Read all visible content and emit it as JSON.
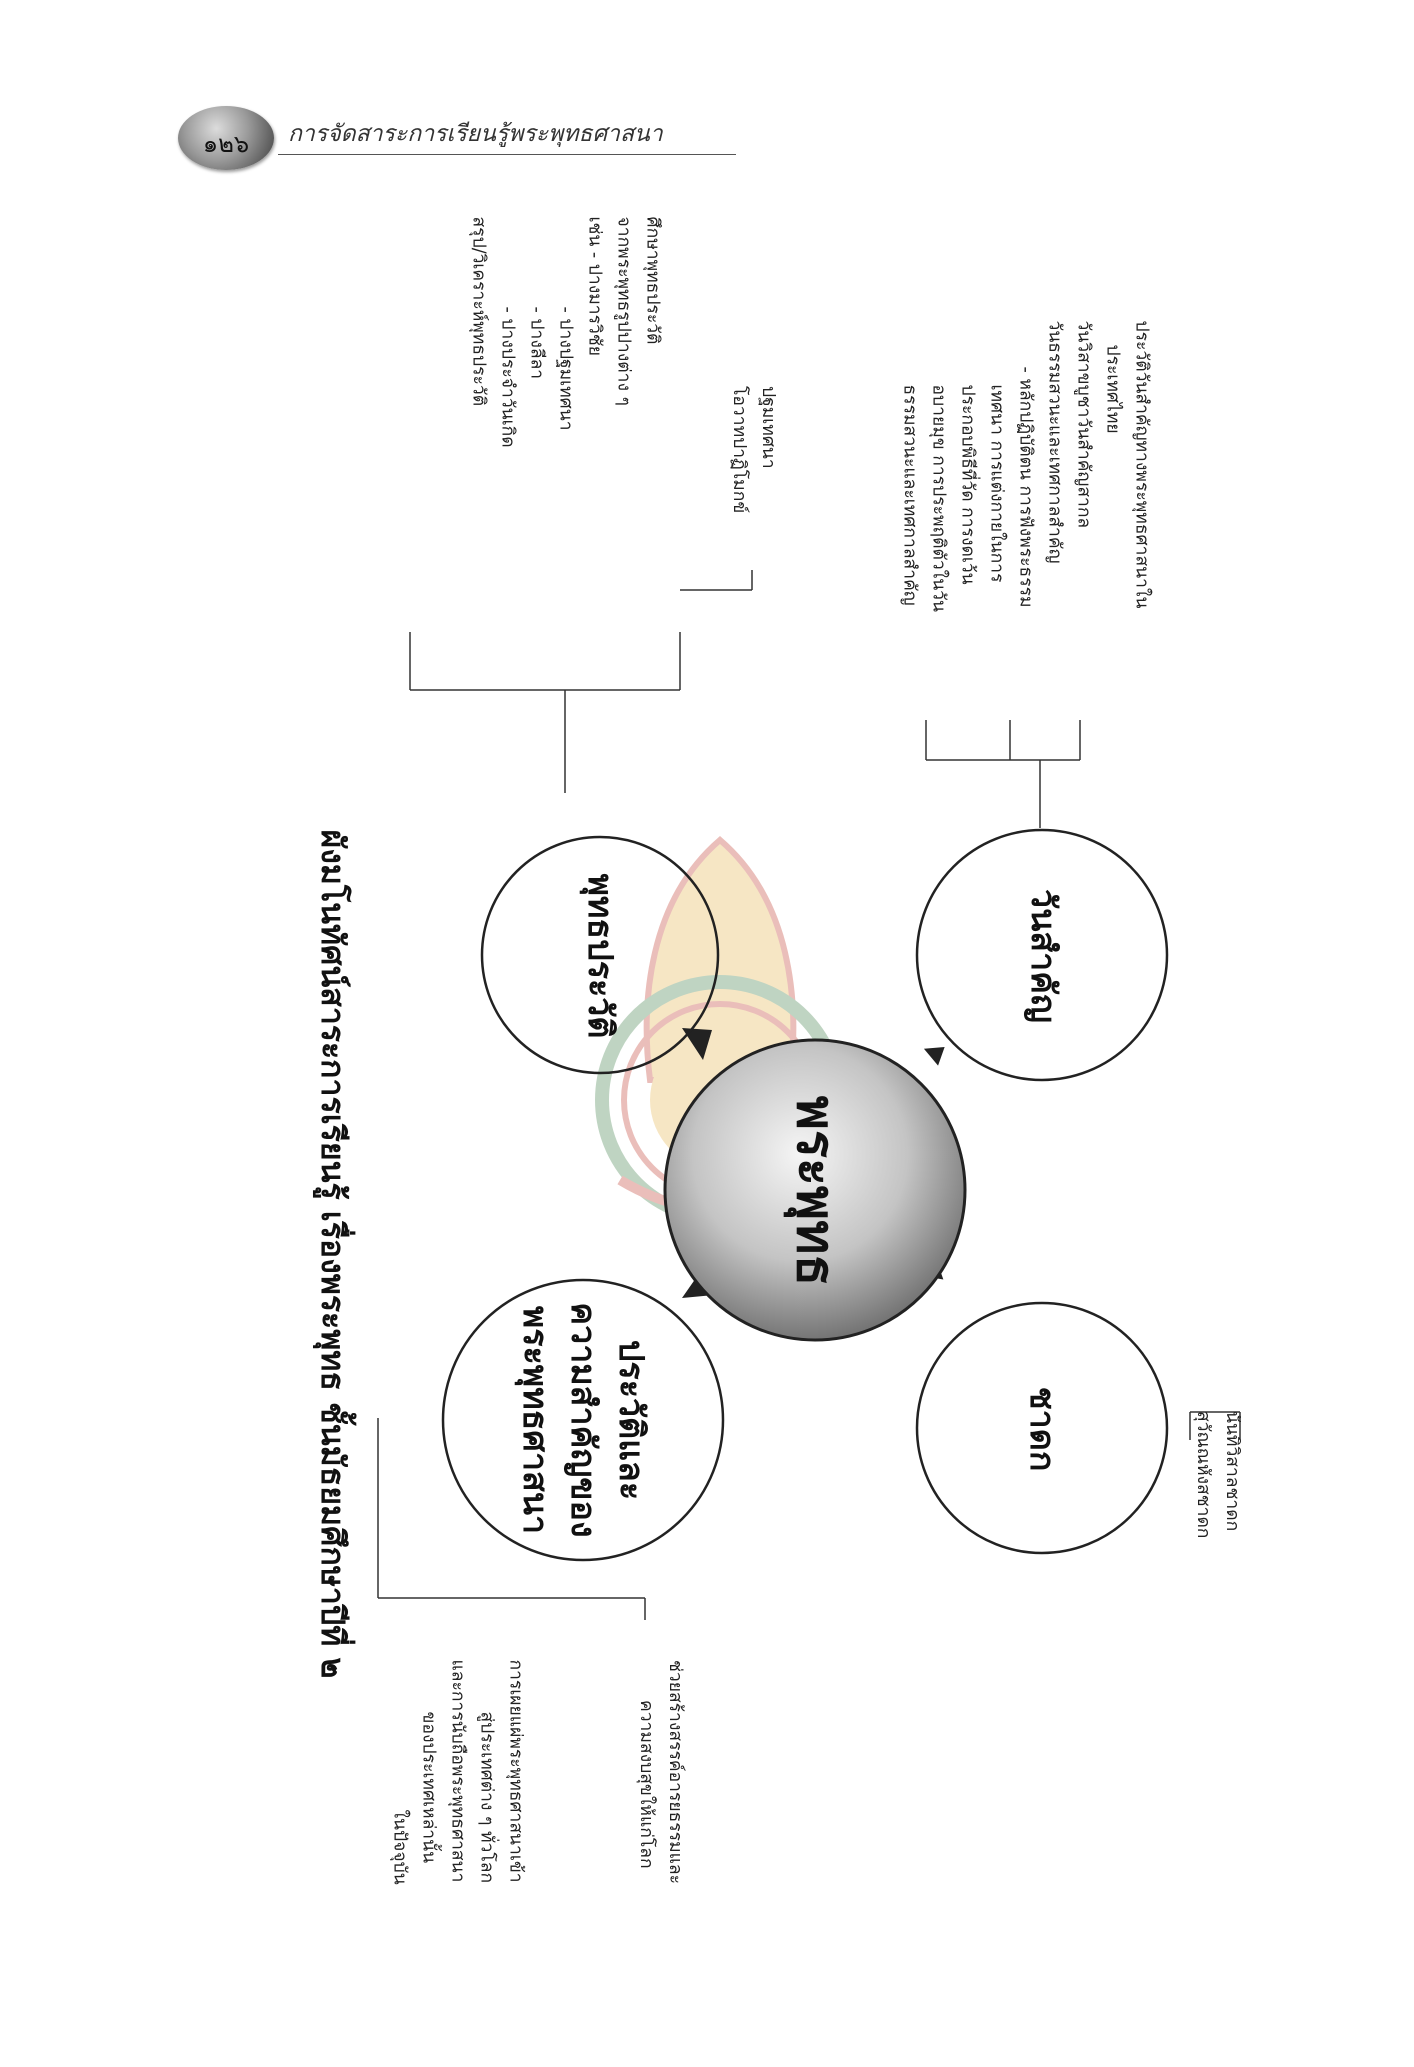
{
  "header": {
    "page_number": "๑๒๖",
    "running_title": "การจัดสาระการเรียนรู้พระพุทธศาสนา"
  },
  "title": "ผังมโนทัศน์สาระการเรียนรู้ เรื่องพระพุทธ ชั้นมัธยมศึกษาปีที่ ๒",
  "center": {
    "label": "พระพุทธ"
  },
  "nodes": {
    "history": {
      "label": "พุทธประวัติ",
      "items": [
        "ศึกษาพุทธประวัติ",
        "จากพระพุทธรูปปางต่าง ๆ",
        "เช่น - ปางมารวิชัย",
        "- ปางปฐมเทศนา",
        "- ปางลีลา",
        "- ปางประจำวันเกิด",
        "สรุป/วิเคราะห์พุทธประวัติ"
      ],
      "subitems": [
        "ปฐมเทศนา",
        "โอวาทปาฏิโมกข์"
      ]
    },
    "importance": {
      "label_line1": "ประวัติและ",
      "label_line2": "ความสำคัญของ",
      "label_line3": "พระพุทธศาสนา",
      "item1": [
        "การเผยแผ่พระพุทธศาสนาเข้า",
        "สู่ประเทศต่าง ๆ ทั่วโลก",
        "และการนับถือพระพุทธศาสนา",
        "ของประเทศเหล่านั้น",
        "ในปัจจุบัน"
      ],
      "item2": [
        "ช่วยสร้างสรรค์อารยธรรมและ",
        "ความสงบสุขให้แก่โลก"
      ]
    },
    "holydays": {
      "label": "วันสำคัญ",
      "items": [
        "ประวัติวันสำคัญทางพระพุทธศาสนาใน",
        "ประเทศไทย",
        "วันวิสาขบูชาวันสำคัญสากล",
        "วันธรรมสวนะและเทศกาลสำคัญ",
        "- หลักปฏิบัติตน การฟังพระธรรม",
        "เทศนา การแต่งกายในการ",
        "ประกอบพิธีที่วัด การงดเว้น",
        "อบายมุข การประพฤติตัวในวัน",
        "ธรรมสวนะและเทศกาลสำคัญ"
      ]
    },
    "jataka": {
      "label": "ชาดก",
      "items": [
        "นันทิวิสาลชาดก",
        "สุวัณณหังสชาดก"
      ]
    }
  }
}
